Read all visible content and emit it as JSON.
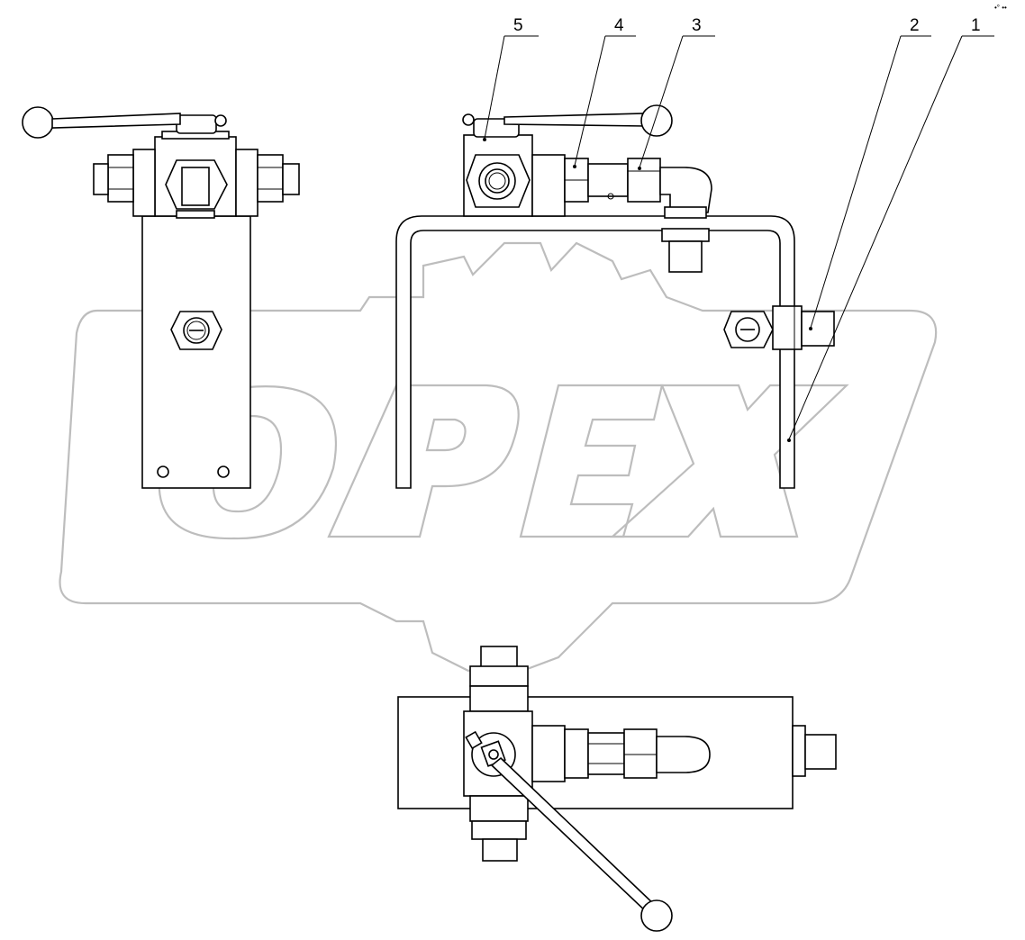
{
  "watermark": {
    "text": "OPEX",
    "color": "#bdbdbd"
  },
  "corner_mark": "•° ••",
  "callouts": [
    {
      "id": "1",
      "label": "1"
    },
    {
      "id": "2",
      "label": "2"
    },
    {
      "id": "3",
      "label": "3"
    },
    {
      "id": "4",
      "label": "4"
    },
    {
      "id": "5",
      "label": "5"
    }
  ],
  "colors": {
    "line": "#000000",
    "watermark": "#bdbdbd",
    "background": "#ffffff"
  }
}
